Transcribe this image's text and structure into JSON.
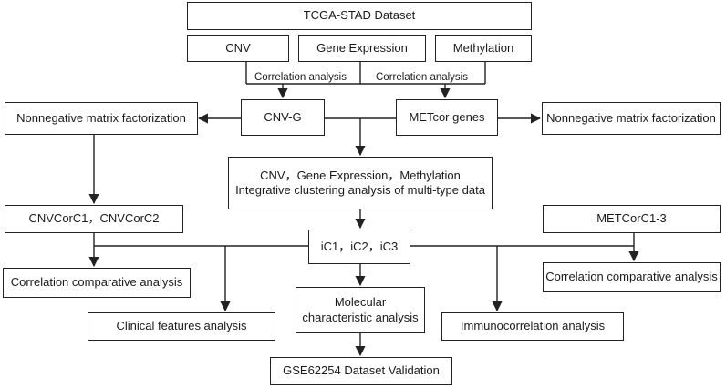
{
  "title": "TCGA-STAD  Dataset",
  "inputs": {
    "cnv": "CNV",
    "gene_expression": "Gene Expression",
    "methylation": "Methylation"
  },
  "edge_labels": {
    "left": "Correlation analysis",
    "right": "Correlation analysis"
  },
  "cnv_g": "CNV-G",
  "metcor_genes": "METcor genes",
  "nmf_left": "Nonnegative matrix factorization",
  "nmf_right": "Nonnegative matrix factorization",
  "integrative": {
    "line1": "CNV，Gene Expression，Methylation",
    "line2": "Integrative clustering  analysis of multi-type data"
  },
  "cnvcorc": "CNVCorC1，CNVCorC2",
  "metcorc": "METCorC1-3",
  "clusters": "iC1，iC2，iC3",
  "corr_left": "Correlation comparative analysis",
  "corr_right": "Correlation comparative analysis",
  "molecular": {
    "line1": "Molecular",
    "line2": "characteristic analysis"
  },
  "clinical": "Clinical features analysis",
  "immuno": "Immunocorrelation analysis",
  "validation": "GSE62254 Dataset Validation"
}
